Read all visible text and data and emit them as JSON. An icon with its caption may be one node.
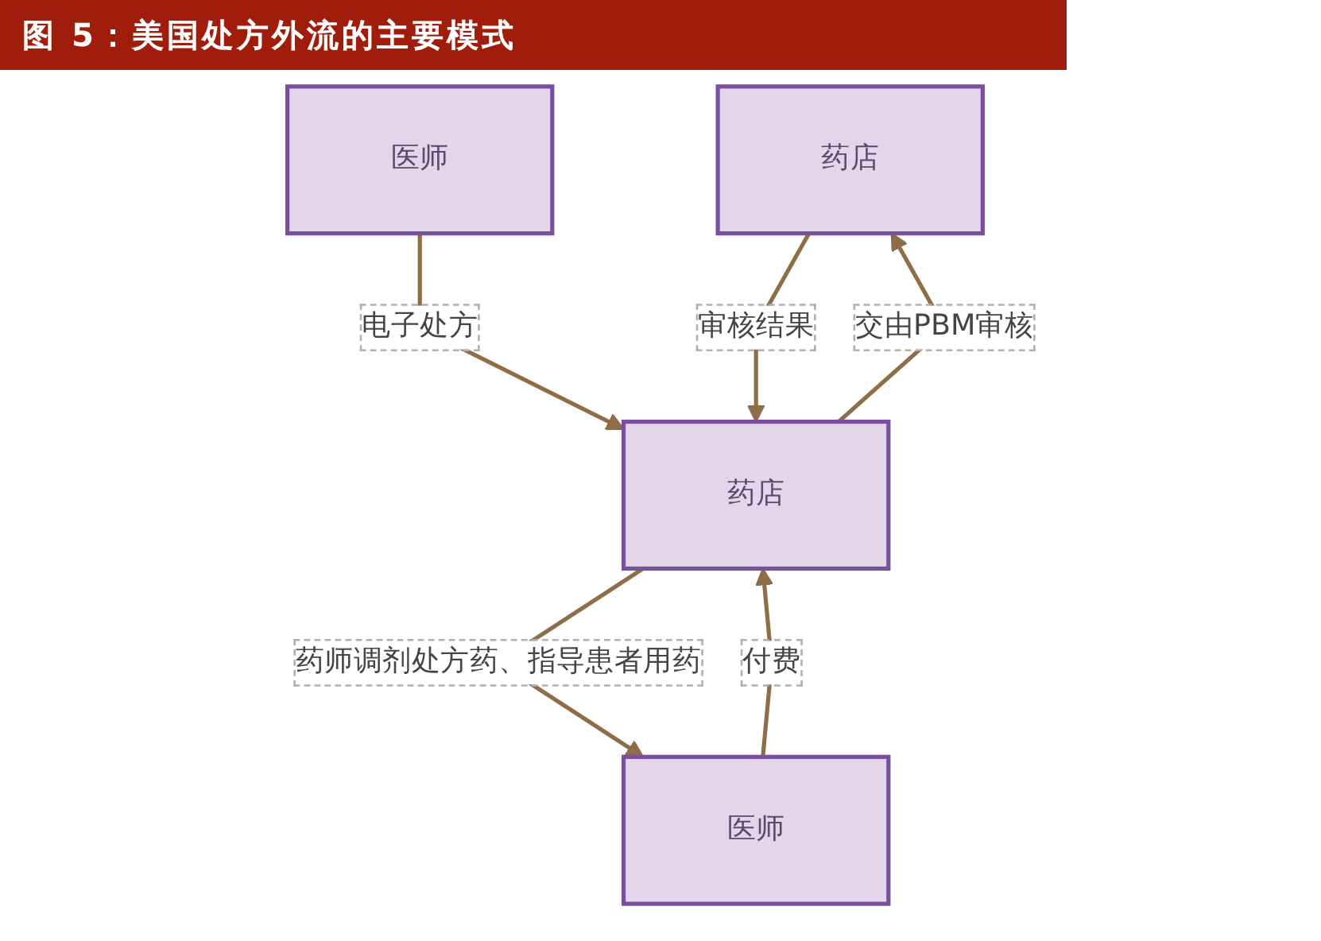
{
  "diagram": {
    "title": "图 5：美国处方外流的主要模式",
    "nodes": [
      {
        "text": [
          "药店"
        ]
      },
      {
        "text": [
          "医师"
        ]
      },
      {
        "text": [
          "药店"
        ]
      },
      {
        "text": [
          "医师"
        ]
      }
    ],
    "edges": [
      {
        "from": 1,
        "to": 2,
        "arrow": "to",
        "label": "电子处方"
      },
      {
        "from": 2,
        "to": 0,
        "arrow": "to",
        "label": "交由PBM审核"
      },
      {
        "from": 0,
        "to": 2,
        "arrow": "to",
        "label": "审核结果"
      },
      {
        "from": 3,
        "to": 2,
        "arrow": "to",
        "label": "付费"
      },
      {
        "from": 2,
        "to": 3,
        "arrow": "to",
        "label": "药师调剂处方药、指导患者用药"
      }
    ]
  }
}
